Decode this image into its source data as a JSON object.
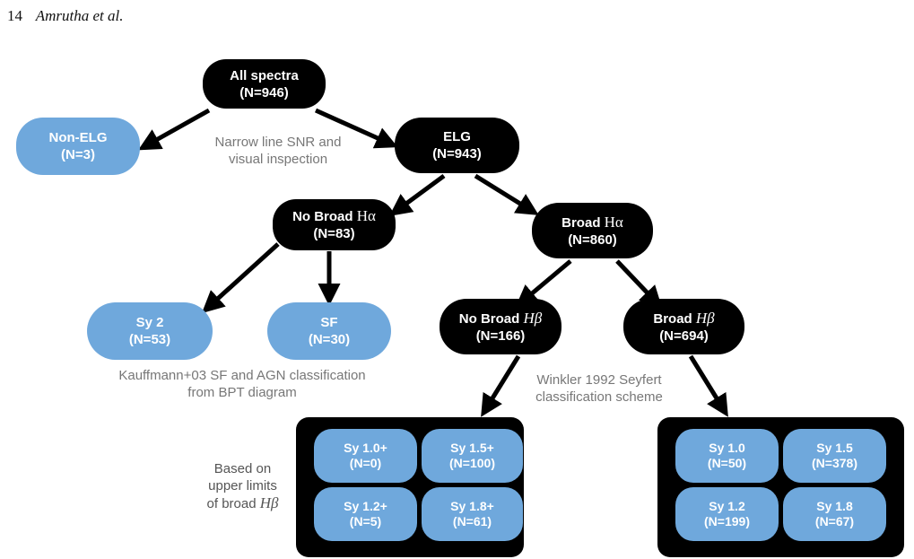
{
  "header": {
    "page_number": "14",
    "authors": "Amrutha et al."
  },
  "nodes": {
    "all": {
      "l1": "All spectra",
      "l2": "(N=946)"
    },
    "nonelg": {
      "l1": "Non-ELG",
      "l2": "(N=3)"
    },
    "elg": {
      "l1": "ELG",
      "l2": "(N=943)"
    },
    "nobroadha": {
      "l1": "No Broad ",
      "sym": "Hα",
      "l2": "(N=83)"
    },
    "broadha": {
      "l1": "Broad ",
      "sym": "Hα",
      "l2": "(N=860)"
    },
    "sy2": {
      "l1": "Sy 2",
      "l2": "(N=53)"
    },
    "sf": {
      "l1": "SF",
      "l2": "(N=30)"
    },
    "nobroadhb": {
      "l1": "No Broad ",
      "sym": "Hβ",
      "l2": "(N=166)"
    },
    "broadhb": {
      "l1": "Broad ",
      "sym": "Hβ",
      "l2": "(N=694)"
    }
  },
  "left_panel": [
    {
      "l1": "Sy 1.0+",
      "l2": "(N=0)"
    },
    {
      "l1": "Sy 1.5+",
      "l2": "(N=100)"
    },
    {
      "l1": "Sy 1.2+",
      "l2": "(N=5)"
    },
    {
      "l1": "Sy 1.8+",
      "l2": "(N=61)"
    }
  ],
  "right_panel": [
    {
      "l1": "Sy 1.0",
      "l2": "(N=50)"
    },
    {
      "l1": "Sy 1.5",
      "l2": "(N=378)"
    },
    {
      "l1": "Sy 1.2",
      "l2": "(N=199)"
    },
    {
      "l1": "Sy 1.8",
      "l2": "(N=67)"
    }
  ],
  "annotations": {
    "snr_1": "Narrow line SNR and",
    "snr_2": "visual inspection",
    "kauff_1": "Kauffmann+03 SF and AGN classification",
    "kauff_2": "from BPT diagram",
    "winkler_1": "Winkler 1992 Seyfert",
    "winkler_2": "classification scheme",
    "based_1": "Based on",
    "based_2": "upper limits",
    "based_3": "of broad ",
    "based_sym": "Hβ"
  },
  "colors": {
    "dark_node": "#000000",
    "light_node": "#6fa8dc",
    "annotation_text": "#777777"
  }
}
